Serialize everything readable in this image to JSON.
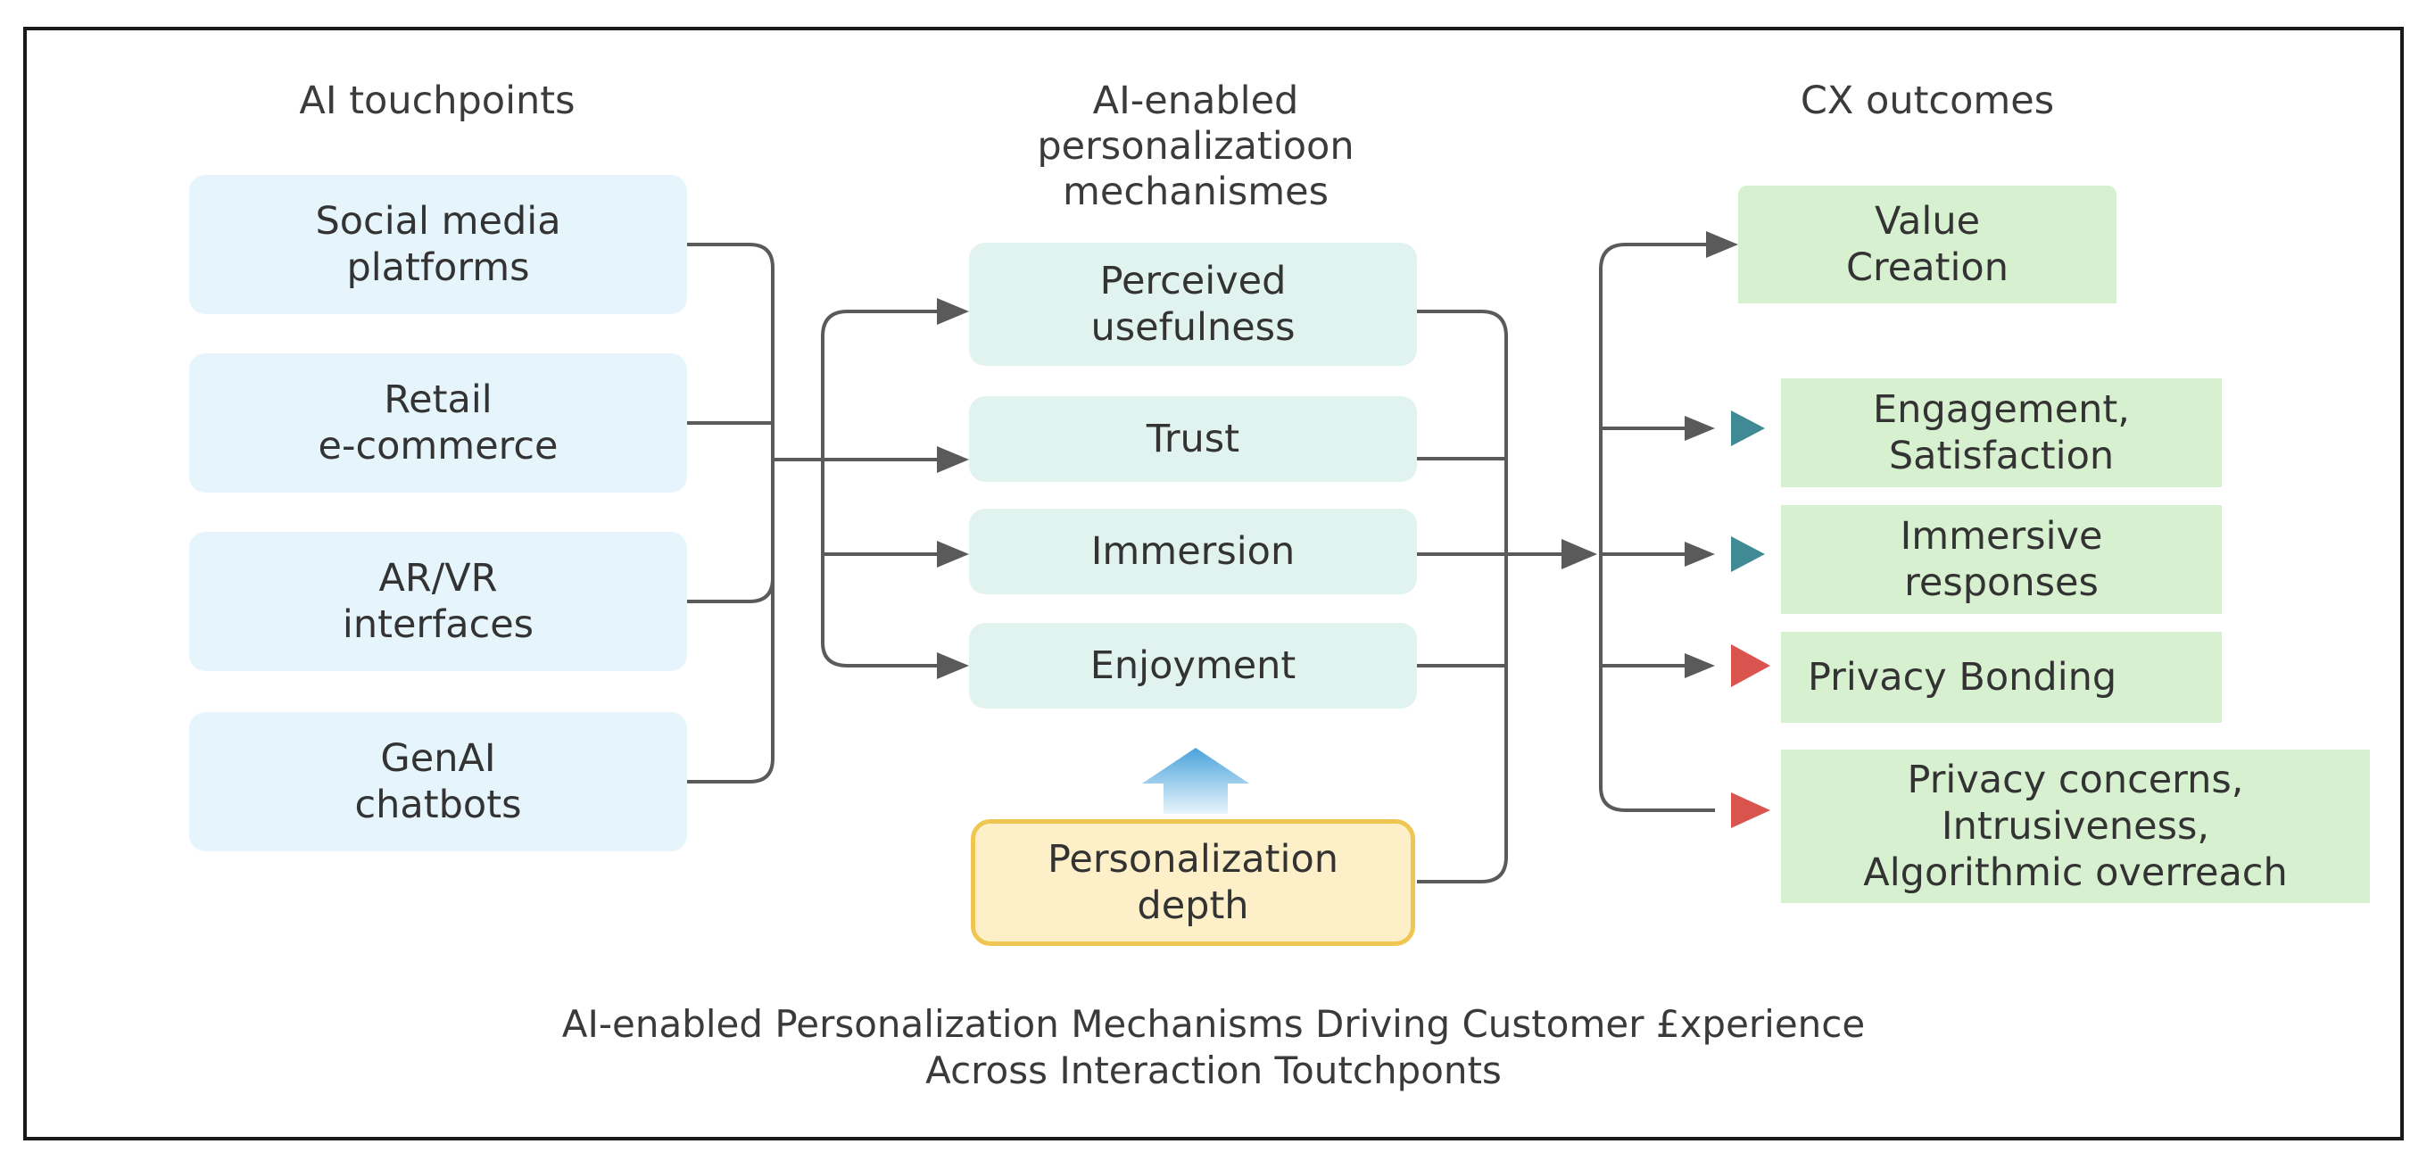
{
  "columns": {
    "touchpoints_header": "AI touchpoints",
    "mechanisms_header": "AI-enabled\npersonalizatioon\nmechanismes",
    "outcomes_header": "CX outcomes"
  },
  "touchpoints": [
    "Social media\nplatforms",
    "Retail\ne-commerce",
    "AR/VR\ninterfaces",
    "GenAI\nchatbots"
  ],
  "mechanisms": [
    "Perceived\nusefulness",
    "Trust",
    "Immersion",
    "Enjoyment"
  ],
  "moderator": "Personalization\ndepth",
  "outcomes": [
    "Value\nCreation",
    "Engagement,\nSatisfaction",
    "Immersive\nresponses",
    "Privacy Bonding",
    "Privacy concerns,\nIntrusiveness,\nAlgorithmic overreach"
  ],
  "caption": "AI-enabled Personalization Mechanisms Driving Customer £xperience\nAcross Interaction Toutchponts",
  "colors": {
    "touchpoint_fill": "#e6f5fc",
    "mechanism_fill": "#e1f3ef",
    "depth_fill": "#fdf0c9",
    "depth_border": "#f0c653",
    "outcome_fill": "#d7f0cf",
    "connector": "#5a5a5a",
    "marker_teal": "#3f8a94",
    "marker_red": "#d9534f",
    "up_arrow": "#5aa9d8"
  }
}
